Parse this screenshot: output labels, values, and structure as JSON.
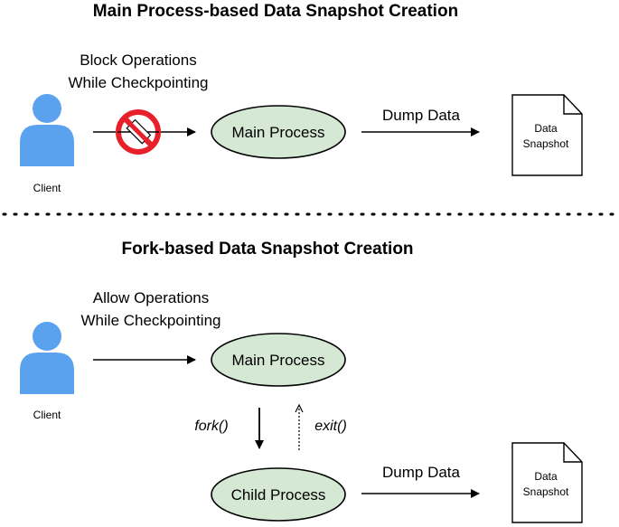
{
  "section_top": {
    "title": "Main Process-based Data Snapshot Creation",
    "note_line1": "Block Operations",
    "note_line2": "While Checkpointing",
    "client_label": "Client",
    "process_label": "Main Process",
    "dump_label": "Dump Data",
    "snapshot_line1": "Data",
    "snapshot_line2": "Snapshot"
  },
  "section_bottom": {
    "title": "Fork-based Data Snapshot Creation",
    "note_line1": "Allow Operations",
    "note_line2": "While Checkpointing",
    "client_label": "Client",
    "main_process_label": "Main Process",
    "child_process_label": "Child Process",
    "fork_label": "fork()",
    "exit_label": "exit()",
    "dump_label": "Dump Data",
    "snapshot_line1": "Data",
    "snapshot_line2": "Snapshot"
  },
  "colors": {
    "client_fill": "#5aa1ee",
    "process_fill": "#d5e8d4",
    "process_stroke": "#000000",
    "block_red": "#e8202a"
  },
  "icons": {
    "client": "person-icon",
    "block": "no-entry-icon",
    "snapshot": "document-icon"
  }
}
